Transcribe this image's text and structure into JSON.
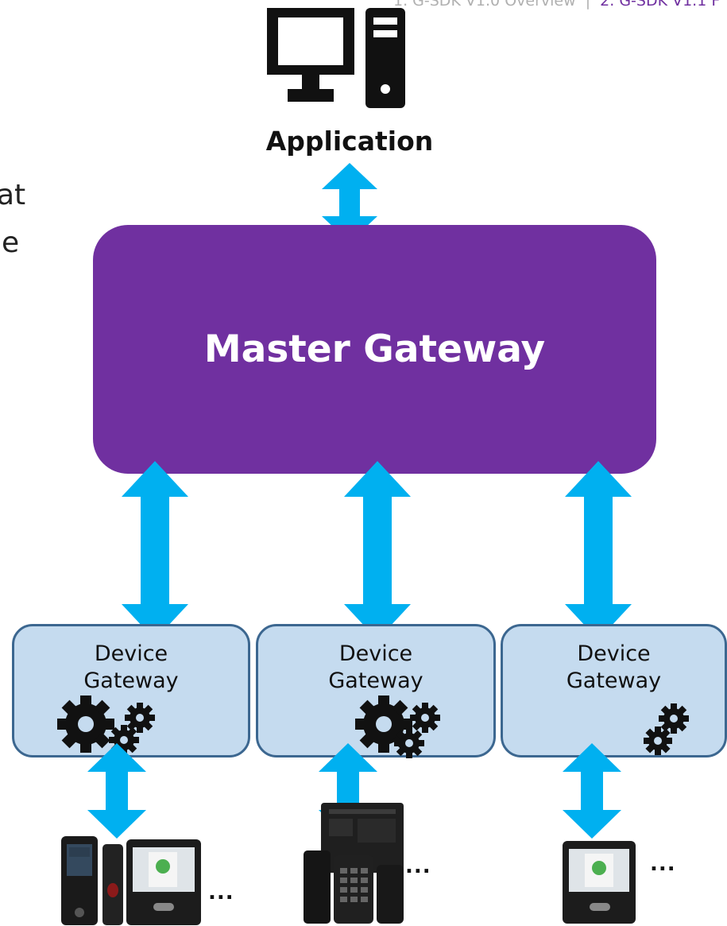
{
  "breadcrumb": {
    "prev": "1. G-SDK V1.0 Overview",
    "separator": "|",
    "current": "2. G-SDK V1.1 F"
  },
  "left_text": {
    "line1": "at",
    "line2": "e"
  },
  "application": {
    "label": "Application",
    "icon": "desktop-computer-icon"
  },
  "master_gateway": {
    "label": "Master Gateway",
    "color": "#7030a0"
  },
  "device_gateways": [
    {
      "line1": "Device",
      "line2": "Gateway"
    },
    {
      "line1": "Device",
      "line2": "Gateway"
    },
    {
      "line1": "Device",
      "line2": "Gateway"
    }
  ],
  "ellipsis": "...",
  "colors": {
    "arrow": "#00b0f0",
    "device_gateway_fill": "#c5dbef",
    "device_gateway_border": "#3c6790"
  }
}
